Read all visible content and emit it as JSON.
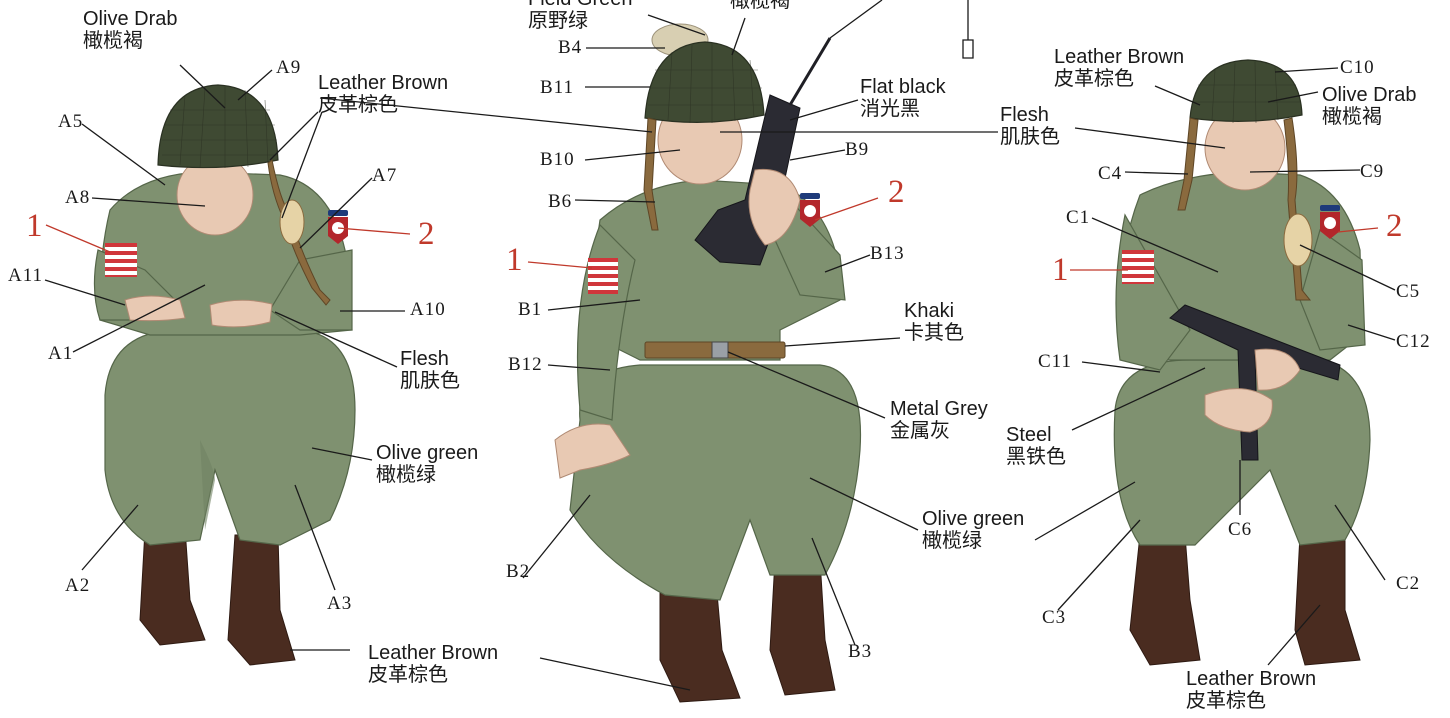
{
  "figure_a": {
    "parts": {
      "a9": "A9",
      "a5": "A5",
      "a8": "A8",
      "a7": "A7",
      "a11": "A11",
      "a1": "A1",
      "a10": "A10",
      "a2": "A2",
      "a3": "A3"
    },
    "colors": {
      "olive_drab": {
        "en": "Olive Drab",
        "zh": "橄榄褐"
      },
      "leather_brown": {
        "en": "Leather Brown",
        "zh": "皮革棕色"
      },
      "flesh": {
        "en": "Flesh",
        "zh": "肌肤色"
      },
      "olive_green": {
        "en": "Olive green",
        "zh": "橄榄绿"
      }
    },
    "decals": {
      "flag": "1",
      "patch": "2"
    }
  },
  "figure_b": {
    "parts": {
      "b4": "B4",
      "b11": "B11",
      "b10": "B10",
      "b9": "B9",
      "b6": "B6",
      "b13": "B13",
      "b1": "B1",
      "b12": "B12",
      "b2": "B2",
      "b3": "B3"
    },
    "colors": {
      "field_green": {
        "en": "Field Green",
        "zh": "原野绿"
      },
      "olive_drab_cut": {
        "zh": "橄榄褐"
      },
      "flat_black": {
        "en": "Flat black",
        "zh": "消光黑"
      },
      "khaki": {
        "en": "Khaki",
        "zh": "卡其色"
      },
      "metal_grey": {
        "en": "Metal Grey",
        "zh": "金属灰"
      },
      "olive_green": {
        "en": "Olive green",
        "zh": "橄榄绿"
      }
    },
    "decals": {
      "flag": "1",
      "patch": "2"
    }
  },
  "figure_c": {
    "parts": {
      "c10": "C10",
      "c4": "C4",
      "c9": "C9",
      "c1": "C1",
      "c5": "C5",
      "c12": "C12",
      "c11": "C11",
      "c6": "C6",
      "c3": "C3",
      "c2": "C2"
    },
    "colors": {
      "leather_brown_top": {
        "en": "Leather Brown",
        "zh": "皮革棕色"
      },
      "olive_drab": {
        "en": "Olive Drab",
        "zh": "橄榄褐"
      },
      "flesh": {
        "en": "Flesh",
        "zh": "肌肤色"
      },
      "steel": {
        "en": "Steel",
        "zh": "黑铁色"
      },
      "leather_brown_bottom": {
        "en": "Leather Brown",
        "zh": "皮革棕色"
      }
    },
    "decals": {
      "flag": "1",
      "patch": "2"
    }
  },
  "shared_colors": {
    "leather_brown_boots": {
      "en": "Leather Brown",
      "zh": "皮革棕色"
    }
  },
  "palette": {
    "olive_drab": "#3f4a33",
    "olive_green": "#7f9170",
    "leather_brown": "#4a2c20",
    "flesh": "#e8c9b3",
    "khaki": "#8a6a3e",
    "flat_black": "#2b2b33",
    "decal_red": "#c0392b"
  },
  "icons": [
    "helmet-net-icon",
    "us-flag-decal-icon",
    "airborne-patch-decal-icon",
    "radio-antenna-icon"
  ]
}
